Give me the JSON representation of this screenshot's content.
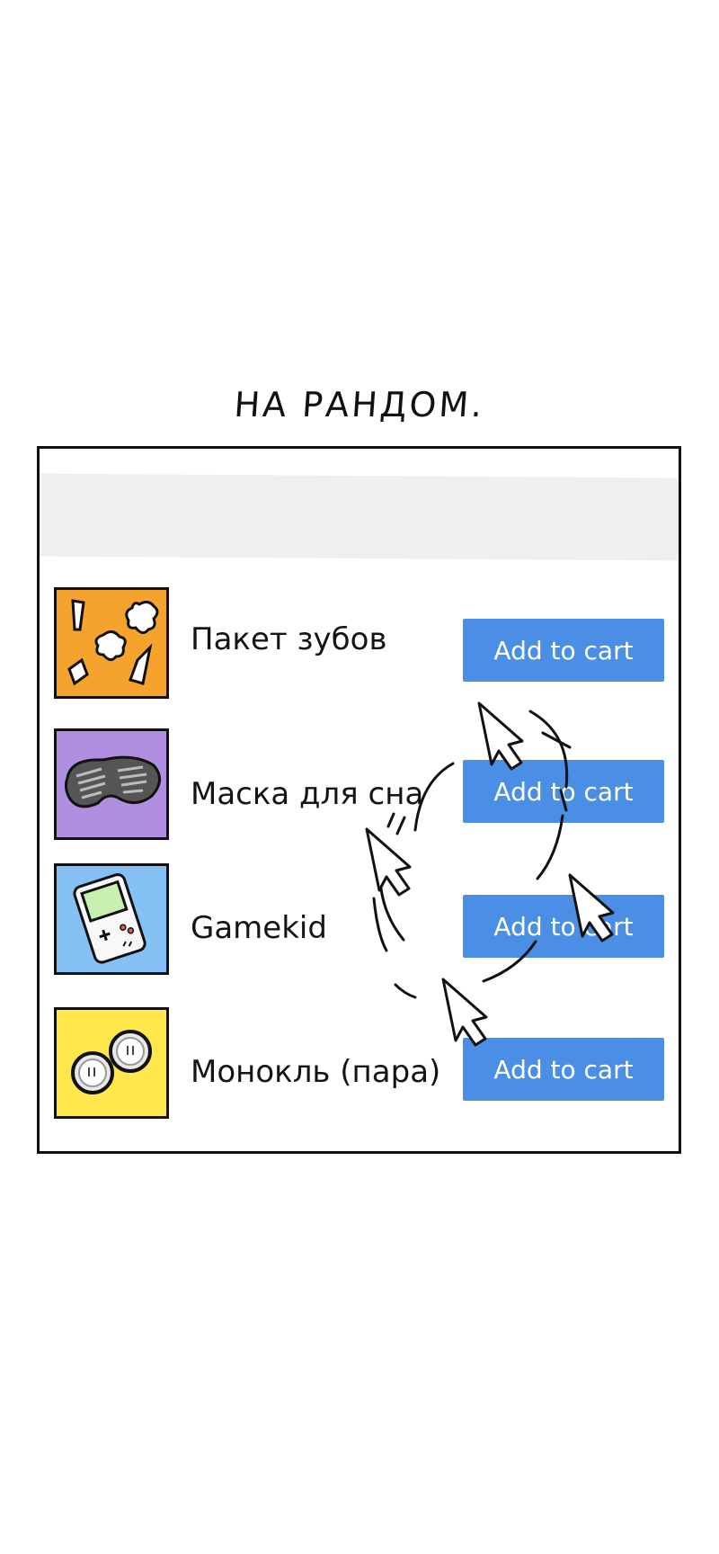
{
  "caption": "НА РАНДОМ.",
  "products": [
    {
      "name": "Пакет зубов",
      "button": "Add to cart",
      "thumb_color": "#f5a32c",
      "icon": "teeth-bag-icon"
    },
    {
      "name": "Маска для сна",
      "button": "Add to cart",
      "thumb_color": "#b08ee0",
      "icon": "sleep-mask-icon"
    },
    {
      "name": "Gamekid",
      "button": "Add to cart",
      "thumb_color": "#86c1f5",
      "icon": "handheld-console-icon"
    },
    {
      "name": "Монокль (пара)",
      "button": "Add to cart",
      "thumb_color": "#ffe74c",
      "icon": "monocle-pair-icon"
    }
  ],
  "colors": {
    "button": "#4a8ee6",
    "topbar": "#efefef",
    "frame": "#111111"
  }
}
